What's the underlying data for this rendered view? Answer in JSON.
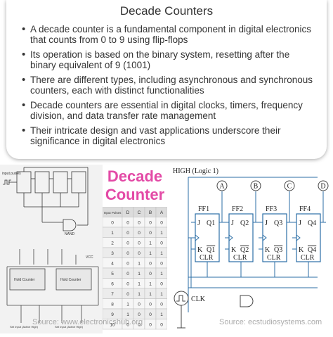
{
  "card": {
    "title": "Decade Counters",
    "bullets": [
      "A decade counter is a fundamental component in digital electronics that counts from 0 to 9 using flip-flops",
      "Its operation is based on the binary system, resetting after the binary equivalent of 9 (1001)",
      "There are different types, including asynchronous and synchronous counters, each with distinct functionalities",
      "Decade counters are essential in digital clocks, timers, frequency division, and data transfer rate management",
      "Their intricate design and vast applications underscore their significance in digital electronics"
    ]
  },
  "left_image": {
    "labels": [
      "input pulses",
      "NAND",
      "VCC",
      "Hold Counter",
      "Hold Counter",
      "Set Input (Active High)",
      "Set Input (Active High)"
    ],
    "watermark": "Source: www.electronicshub.org"
  },
  "mid_image": {
    "title_line1": "Decade",
    "title_line2": "Counter",
    "table_headers": [
      "Input Pulses",
      "D",
      "C",
      "B",
      "A"
    ],
    "table_rows": [
      [
        "0",
        "0",
        "0",
        "0",
        "0"
      ],
      [
        "1",
        "0",
        "0",
        "0",
        "1"
      ],
      [
        "2",
        "0",
        "0",
        "1",
        "0"
      ],
      [
        "3",
        "0",
        "0",
        "1",
        "1"
      ],
      [
        "4",
        "0",
        "1",
        "0",
        "0"
      ],
      [
        "5",
        "0",
        "1",
        "0",
        "1"
      ],
      [
        "6",
        "0",
        "1",
        "1",
        "0"
      ],
      [
        "7",
        "0",
        "1",
        "1",
        "1"
      ],
      [
        "8",
        "1",
        "0",
        "0",
        "0"
      ],
      [
        "9",
        "1",
        "0",
        "0",
        "1"
      ],
      [
        "10",
        "0",
        "0",
        "0",
        "0"
      ]
    ]
  },
  "right_image": {
    "high_label": "HIGH (Logic 1)",
    "outputs": [
      "A",
      "B",
      "C",
      "D"
    ],
    "flipflops": [
      {
        "name": "FF1",
        "q": "Q1",
        "qbar": "Q1"
      },
      {
        "name": "FF2",
        "q": "Q2",
        "qbar": "Q2"
      },
      {
        "name": "FF3",
        "q": "Q3",
        "qbar": "Q3"
      },
      {
        "name": "FF4",
        "q": "Q4",
        "qbar": "Q4"
      }
    ],
    "pin_j": "J",
    "pin_k": "K",
    "pin_clr": "CLR",
    "clk_label": "CLK",
    "watermark": "Source: ecstudiosystems.com"
  }
}
